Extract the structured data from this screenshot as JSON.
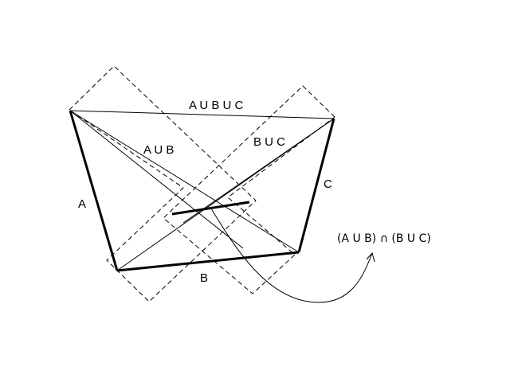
{
  "labels": {
    "union_abc": "A U B U C",
    "union_ab": "A U B",
    "union_bc": "B U C",
    "edge_a": "A",
    "edge_b": "B",
    "edge_c": "C",
    "intersection": "(A U B) ∩ (B U C)"
  },
  "colors": {
    "stroke": "#000000",
    "background": "#ffffff"
  }
}
